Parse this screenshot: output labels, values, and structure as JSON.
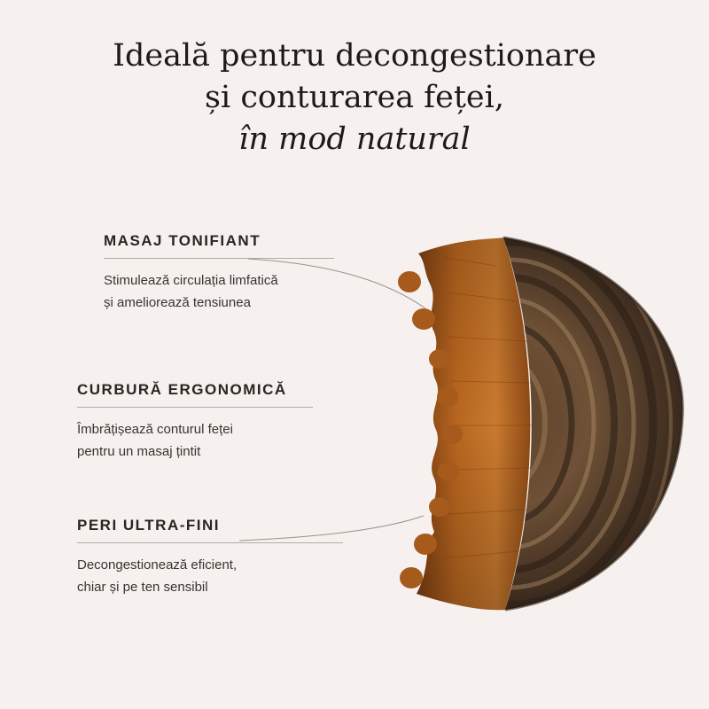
{
  "headline": {
    "line1": "Ideală pentru decongestionare",
    "line2": "și conturarea feței,",
    "line3": "în mod natural"
  },
  "features": [
    {
      "title": "MASAJ TONIFIANT",
      "desc1": "Stimulează circulația limfatică",
      "desc2": "și ameliorează tensiunea"
    },
    {
      "title": "CURBURĂ ERGONOMICĂ",
      "desc1": "Îmbrățișează conturul feței",
      "desc2": "pentru un masaj țintit"
    },
    {
      "title": "PERI ULTRA-FINI",
      "desc1": "Decongestionează eficient,",
      "desc2": "chiar și pe ten sensibil"
    }
  ],
  "image": {
    "icon": "wooden-facial-brush-icon",
    "colors": {
      "background": "#f6f1ee",
      "bristles": "#b3641d",
      "wood_dark": "#3a2a1e",
      "wood_light": "#9a7a58"
    }
  }
}
